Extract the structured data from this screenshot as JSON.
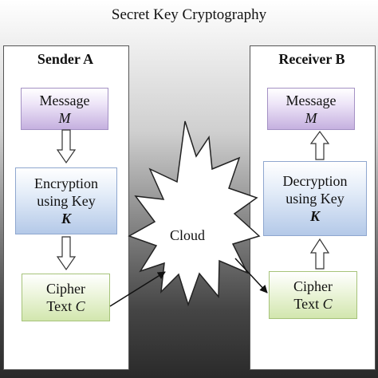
{
  "title": "Secret Key Cryptography",
  "sender": {
    "title": "Sender A",
    "message": {
      "line1": "Message",
      "var": "M"
    },
    "encryption": {
      "line1": "Encryption",
      "line2": "using Key",
      "var": "K"
    },
    "cipher": {
      "line1": "Cipher",
      "line2_text": "Text ",
      "var": "C"
    }
  },
  "receiver": {
    "title": "Receiver B",
    "message": {
      "line1": "Message",
      "var": "M"
    },
    "decryption": {
      "line1": "Decryption",
      "line2": "using Key",
      "var": "K"
    },
    "cipher": {
      "line1": "Cipher",
      "line2_text": "Text ",
      "var": "C"
    }
  },
  "cloud": {
    "label": "Cloud"
  },
  "colors": {
    "message_box": "#c5b0df",
    "crypto_box": "#b4c9e8",
    "cipher_box": "#d2e6ae"
  }
}
